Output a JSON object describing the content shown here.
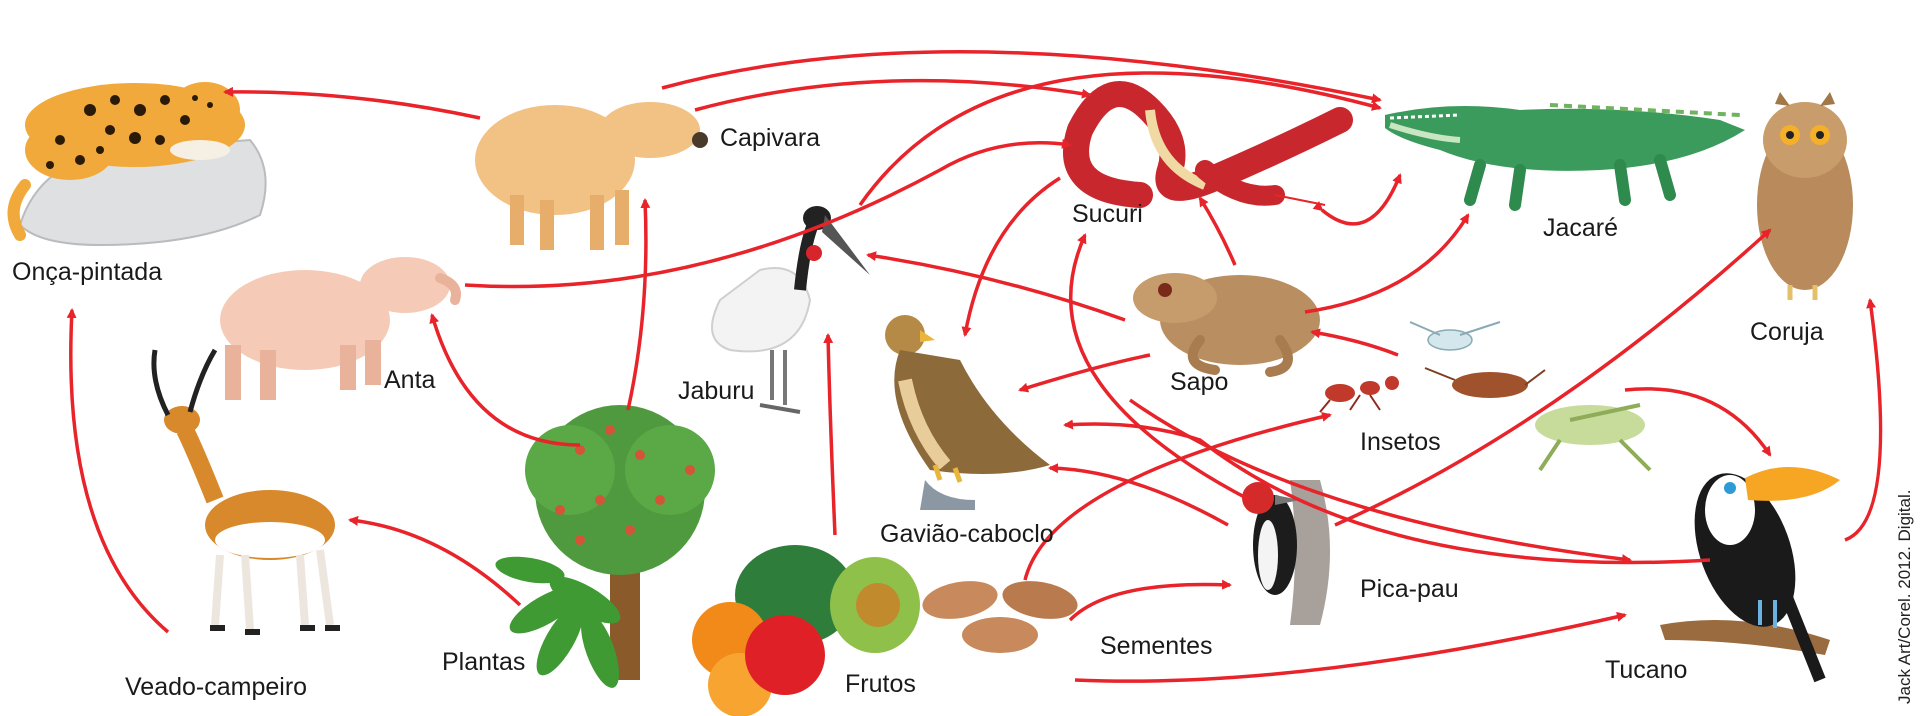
{
  "diagram": {
    "arrow_color": "#e8232a",
    "nodes": {
      "onca": "Onça-pintada",
      "capivara": "Capivara",
      "anta": "Anta",
      "veado": "Veado-campeiro",
      "plantas": "Plantas",
      "jaburu": "Jaburu",
      "frutos": "Frutos",
      "gaviao": "Gavião-caboclo",
      "sucuri": "Sucuri",
      "sapo": "Sapo",
      "insetos": "Insetos",
      "sementes": "Sementes",
      "picapau": "Pica-pau",
      "jacare": "Jacaré",
      "coruja": "Coruja",
      "tucano": "Tucano"
    },
    "credit": "Jack Art/Corel. 2012. Digital."
  }
}
